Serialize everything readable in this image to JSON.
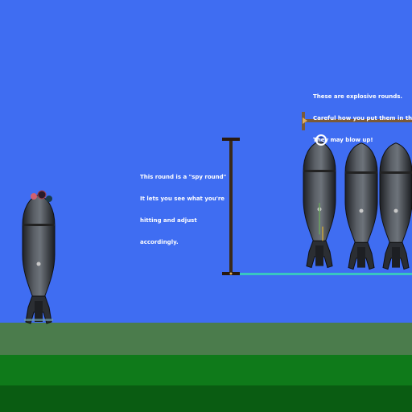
{
  "notes": {
    "spy_round": {
      "line1": "This round is a \"spy round\"",
      "line2": "It lets you see what you're",
      "line3": "hitting and adjust",
      "line4": "accordingly."
    },
    "explosive_rounds": {
      "line1": "These are explosive rounds.",
      "line2": "Careful how you put them in the tu",
      "line3": "They may blow up!"
    }
  },
  "colors": {
    "sky": "#3f6df2",
    "ground_top": "#4b7c4c",
    "ground_mid": "#0f7a1a",
    "ground_bottom": "#0a5c12",
    "shell_body": "#3c3f45",
    "shelf_line": "#39c6c0",
    "post": "#3a2a1a",
    "bracket": "#7a5a3a"
  },
  "icons": {
    "cursor": "ring-cursor-icon"
  }
}
